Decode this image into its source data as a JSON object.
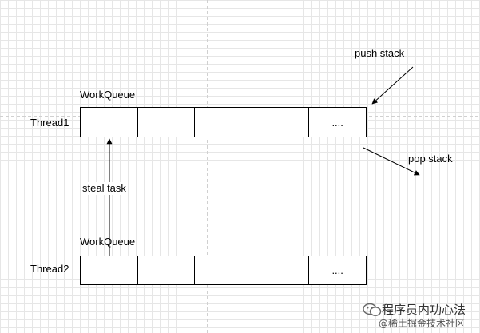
{
  "colors": {
    "grid_line": "#e6e6e6",
    "grid_dash": "#d0d0d0",
    "stroke": "#000000",
    "background": "#ffffff",
    "watermark": "#555555"
  },
  "thread1": {
    "label": "Thread1",
    "queue_label": "WorkQueue",
    "cells": [
      "",
      "",
      "",
      "",
      "...."
    ]
  },
  "thread2": {
    "label": "Thread2",
    "queue_label": "WorkQueue",
    "cells": [
      "",
      "",
      "",
      "",
      "...."
    ]
  },
  "edges": {
    "steal": "steal task",
    "push": "push stack",
    "pop": "pop stack"
  },
  "watermark": {
    "line1": "程序员内功心法",
    "line2": "@稀土掘金技术社区",
    "icon": "wechat-icon"
  }
}
